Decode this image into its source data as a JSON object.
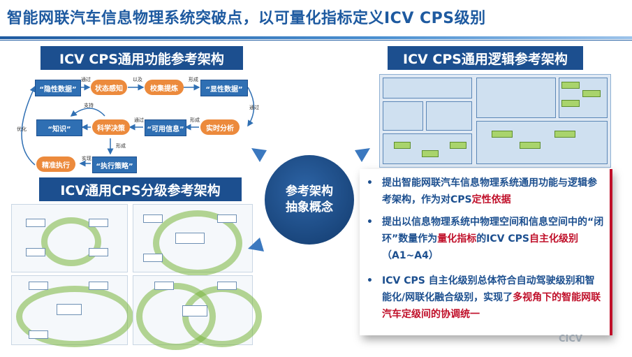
{
  "title": "智能网联汽车信息物理系统突破点，以可量化指标定义ICV CPS级别",
  "sections": {
    "functional": "ICV CPS通用功能参考架构",
    "graded": "ICV通用CPS分级参考架构",
    "logical": "ICV CPS通用逻辑参考架构"
  },
  "center": {
    "line1": "参考架构",
    "line2": "抽象概念"
  },
  "diagram": {
    "nodes": {
      "implicit_data": "“隐性数据”",
      "state_sense": "状态感知",
      "calibrate": "校集提炼",
      "explicit_data": "“显性数据”",
      "knowledge": "“知识”",
      "decision": "科学决策",
      "usable_info": "“可用信息”",
      "realtime": "实时分析",
      "execute": "精准执行",
      "strategy": "“执行策略”"
    },
    "labels": {
      "through1": "通过",
      "by": "以及",
      "form1": "形成",
      "through2": "通过",
      "support": "支持",
      "through3": "通过",
      "form2": "形成",
      "optimize": "优化",
      "form3": "形成",
      "realize": "实现"
    }
  },
  "bullets": [
    {
      "a": "提出智能网联汽车信息物理系统通用功能与逻辑参考架构，作为对CPS",
      "b": "定性依据",
      "c": ""
    },
    {
      "a": "提出以信息物理系统中物理空间和信息空间中的“闭环”数量作为",
      "b": "量化指标",
      "c": "的ICV CPS",
      "d": "自主化级别",
      "e": "（A1~A4）"
    },
    {
      "a": "ICV CPS 自主化级别总体符合自动驾驶级别和智能化/网联化融合级别，实现了",
      "b": "多视角下的智能网联汽车定级间的协调统一",
      "c": ""
    }
  ],
  "logo": "CICV",
  "colors": {
    "primary": "#1c4f8f",
    "accent_red": "#c0102a",
    "orange": "#ec8a3c"
  }
}
